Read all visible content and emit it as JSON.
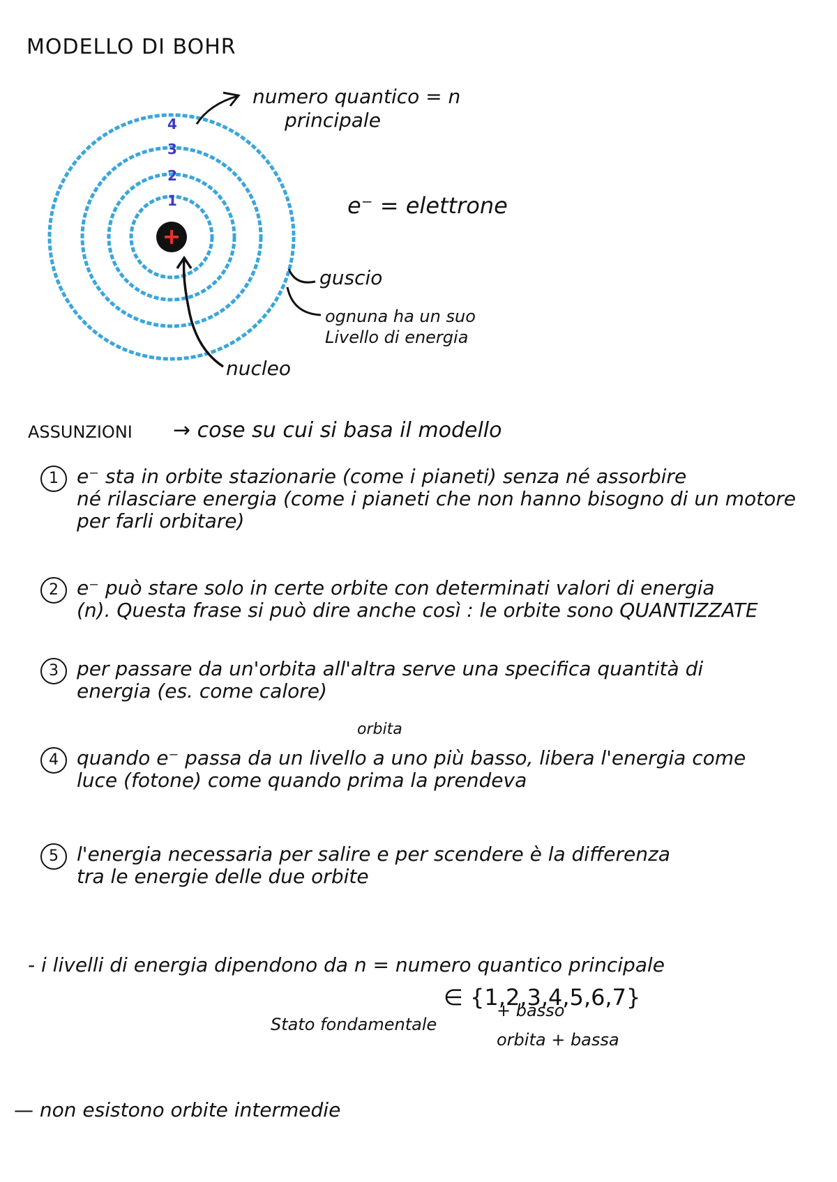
{
  "title": "MODELLO DI BOHR",
  "diagram": {
    "quantum_label": "numero quantico = n",
    "quantum_label_2": "principale",
    "shell_numbers": [
      "4",
      "3",
      "2",
      "1"
    ],
    "nucleus_sign": "+",
    "electron_def": "e⁻ = elettrone",
    "guscio_label": "guscio",
    "energy_label_1": "ognuna ha un suo",
    "energy_label_2": "Livello di energia",
    "nucleo_label": "nucleo",
    "colors": {
      "shells": "#39a6dd",
      "nucleus": "#111111",
      "plus": "#e8302a",
      "shell_numbers": "#3b3bbf"
    }
  },
  "assumptions_heading": "ASSUNZIONI",
  "assumptions_intro": "→ cose su cui si basa il modello",
  "assumptions": [
    {
      "num": "1",
      "lines": [
        "e⁻ sta in orbite stazionarie (come i pianeti) senza né assorbire",
        "né rilasciare energia (come i pianeti che non hanno bisogno di un motore",
        "per farli orbitare)"
      ]
    },
    {
      "num": "2",
      "lines": [
        "e⁻ può stare solo in certe orbite con determinati valori di energia",
        "(n). Questa frase si può dire anche così : le orbite sono QUANTIZZATE"
      ]
    },
    {
      "num": "3",
      "lines": [
        "per passare da un'orbita all'altra serve una specifica quantità di",
        "energia (es. come calore)"
      ]
    },
    {
      "num": "4",
      "above": "orbita",
      "lines": [
        "quando e⁻ passa da un livello a uno più basso, libera l'energia come",
        "luce (fotone) come quando prima la prendeva"
      ]
    },
    {
      "num": "5",
      "lines": [
        "l'energia necessaria per salire e per scendere è la differenza",
        "tra le energie delle due orbite"
      ]
    }
  ],
  "levels": {
    "line": "- i livelli di energia dipendono da n = numero quantico principale",
    "set": "∈ {1,2,3,4,5,6,7}",
    "ground_state": "Stato fondamentale",
    "lowest_1": "+ basso",
    "lowest_2": "orbita + bassa"
  },
  "no_intermediate": "— non esistono orbite intermedie"
}
